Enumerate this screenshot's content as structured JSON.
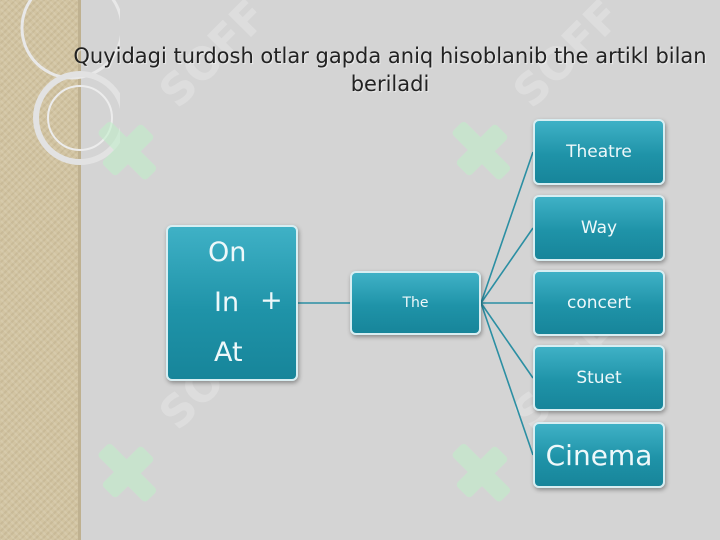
{
  "slide": {
    "title": "Quyidagi turdosh otlar gapda aniq hisoblanib the artikl bilan beriladi"
  },
  "diagram": {
    "left_box": {
      "line1": "On",
      "line2_word": "In",
      "line2_plus": "+",
      "line3": "At"
    },
    "middle_box": {
      "label": "The"
    },
    "right_boxes": [
      "Theatre",
      "Way",
      "concert",
      "Stuet",
      "Cinema"
    ]
  },
  "watermark": {
    "text": "SOFF"
  },
  "colors": {
    "box": "#2aa3b8",
    "connector": "#2b8fa3",
    "background": "#d4d4d4"
  }
}
